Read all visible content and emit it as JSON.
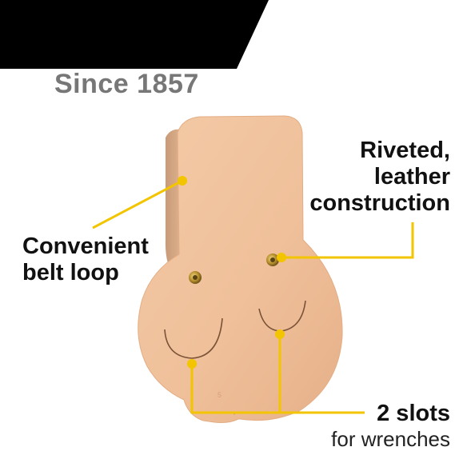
{
  "brand": {
    "tagline": "Since 1857",
    "banner_color": "#000000",
    "accent_color": "#f2c500"
  },
  "callouts": {
    "riveted": {
      "lines": [
        "Riveted,",
        "leather",
        "construction"
      ]
    },
    "belt_loop": {
      "lines": [
        "Convenient",
        "belt loop"
      ]
    },
    "slots": {
      "title": "2 slots",
      "subtitle": "for wrenches"
    }
  }
}
